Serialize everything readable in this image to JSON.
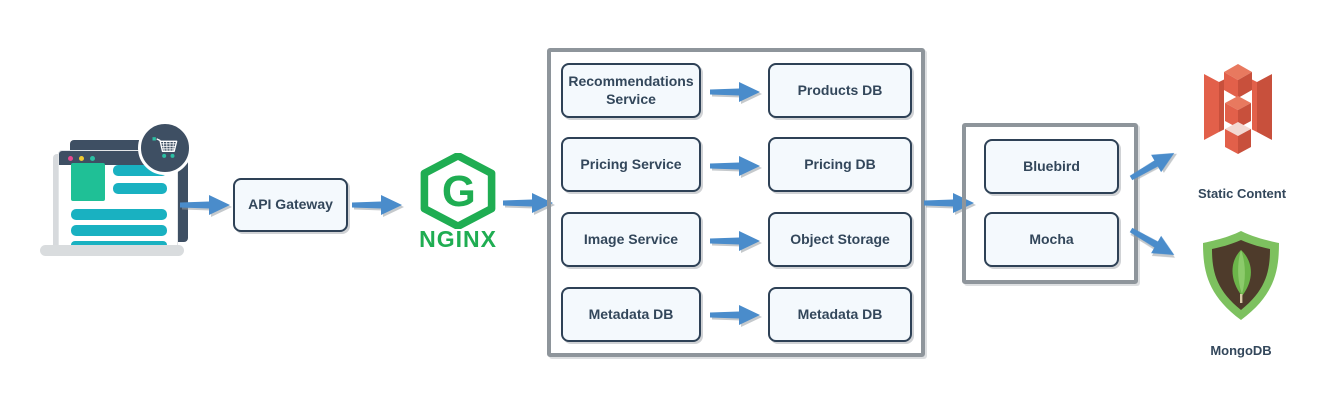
{
  "nodes": {
    "api_gateway": "API Gateway",
    "nginx_letter": "G",
    "nginx_wordmark": "NGINX",
    "services": [
      {
        "service": "Recommendations Service",
        "target": "Products DB"
      },
      {
        "service": "Pricing Service",
        "target": "Pricing DB"
      },
      {
        "service": "Image Service",
        "target": "Object Storage"
      },
      {
        "service": "Metadata DB",
        "target": "Metadata DB"
      }
    ],
    "libraries": [
      "Bluebird",
      "Mocha"
    ],
    "s3_label": "Static Content",
    "mongodb_label": "MongoDB"
  },
  "icons": {
    "client": "browser-window-with-shopping-cart",
    "nginx": "nginx-green-hexagon-logo",
    "s3": "aws-s3-red-bucket",
    "mongodb": "mongodb-leaf-shield"
  },
  "colors": {
    "arrow_blue": "#4a8ccb",
    "box_background": "#f4f9fd",
    "box_border": "#2e4156",
    "text_navy": "#33475b",
    "container_border": "#8e959b",
    "nginx_green": "#1fad52",
    "s3_red": "#e2604a",
    "mongodb_green": "#7dc15f",
    "teal": "#19b1c1",
    "navy": "#3e4f63"
  }
}
